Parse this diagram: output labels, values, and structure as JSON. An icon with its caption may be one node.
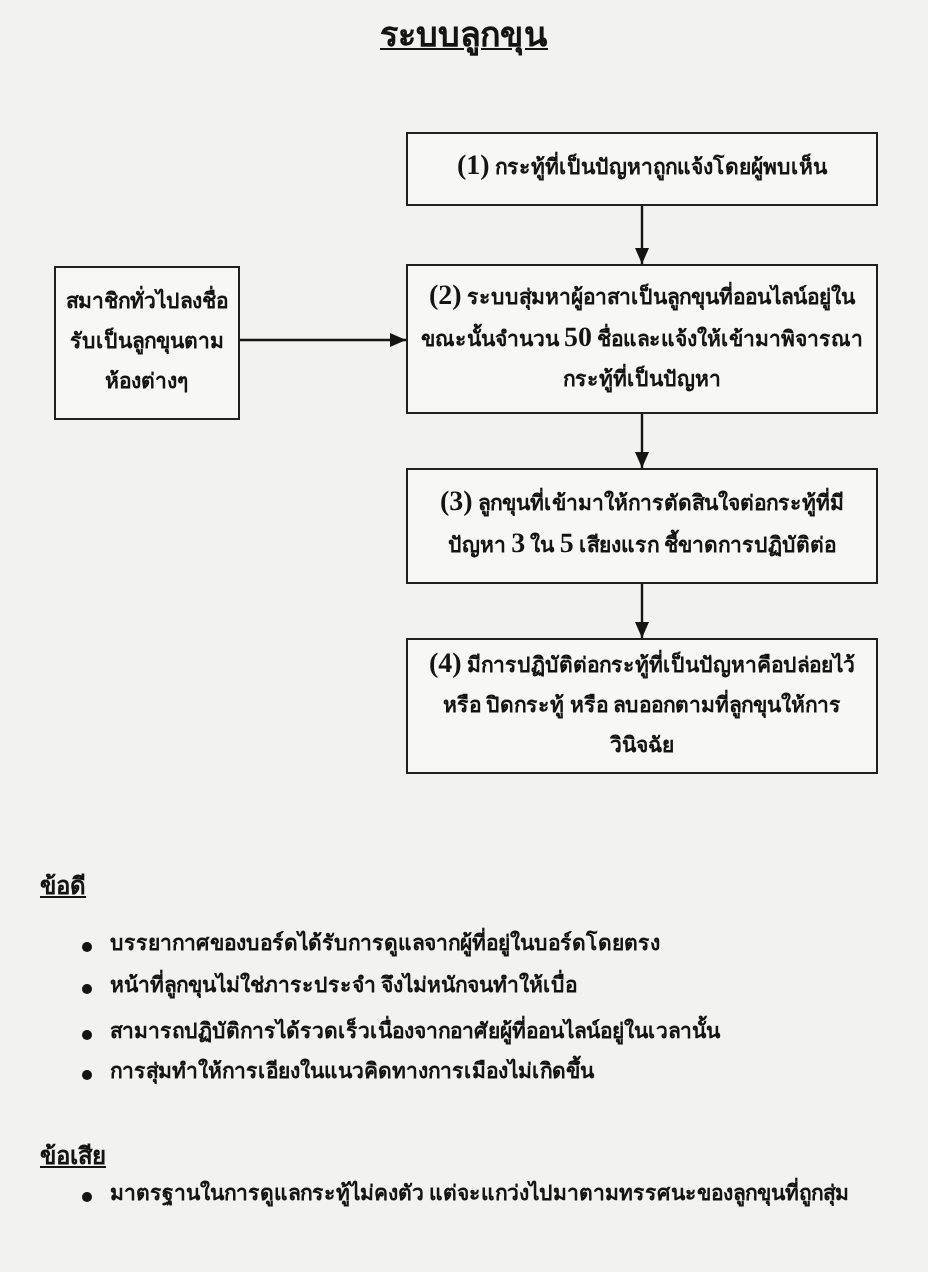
{
  "diagram": {
    "title": "ระบบลูกขุน",
    "nodes": [
      {
        "text": [
          "**(1)** กระทู้ที่เป็นปัญหาถูกแจ้งโดยผู้พบเห็น"
        ]
      },
      {
        "text": [
          "สมาชิกทั่วไปลงชื่อรับเป็นลูกขุนตามห้องต่างๆ"
        ]
      },
      {
        "text": [
          "**(2)** ระบบสุ่มหาผู้อาสาเป็นลูกขุนที่ออนไลน์อยู่ในขณะนั้นจำนวน **50** ชื่อและแจ้งให้เข้ามาพิจารณากระทู้ที่เป็นปัญหา"
        ]
      },
      {
        "text": [
          "**(3)** ลูกขุนที่เข้ามาให้การตัดสินใจต่อกระทู้ที่มีปัญหา **3** ใน **5** เสียงแรก ชี้ขาดการปฏิบัติต่อ"
        ]
      },
      {
        "text": [
          "**(4)** มีการปฏิบัติต่อกระทู้ที่เป็นปัญหาคือปล่อยไว้ หรือ ปิดกระทู้ หรือ ลบออกตามที่ลูกขุนให้การวินิจฉัย"
        ]
      }
    ],
    "edges": [
      {
        "from": 0,
        "to": 2,
        "arrow": "to"
      },
      {
        "from": 1,
        "to": 2,
        "arrow": "to"
      },
      {
        "from": 2,
        "to": 3,
        "arrow": "to"
      },
      {
        "from": 3,
        "to": 4,
        "arrow": "to"
      }
    ],
    "labels": [
      "ข้อดี",
      "บรรยากาศของบอร์ดได้รับการดูแลจากผู้ที่อยู่ในบอร์ดโดยตรง",
      "หน้าที่ลูกขุนไม่ใช่ภาระประจำ จึงไม่หนักจนทำให้เบื่อ",
      "สามารถปฏิบัติการได้รวดเร็วเนื่องจากอาศัยผู้ที่ออนไลน์อยู่ในเวลานั้น",
      "การสุ่มทำให้การเอียงในแนวคิดทางการเมืองไม่เกิดขึ้น",
      "ข้อเสีย",
      "มาตรฐานในการดูแลกระทู้ไม่คงตัว แต่จะแกว่งไปมาตามทรรศนะของลูกขุนที่ถูกสุ่ม"
    ]
  }
}
